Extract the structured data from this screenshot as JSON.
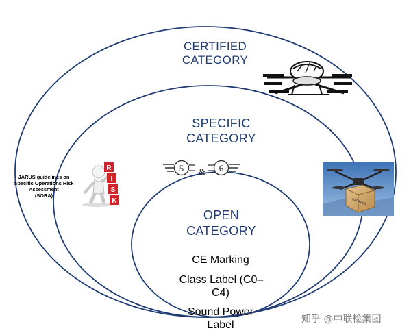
{
  "categories": {
    "certified": {
      "line1": "CERTIFIED",
      "line2": "CATEGORY"
    },
    "specific": {
      "line1": "SPECIFIC",
      "line2": "CATEGORY"
    },
    "open": {
      "line1": "OPEN",
      "line2": "CATEGORY"
    }
  },
  "open_requirements": {
    "ce_marking": "CE Marking",
    "class_label_1": "Class Label (C0–",
    "class_label_2": "C4)",
    "sound_power_1": "Sound Power",
    "sound_power_2": "Label"
  },
  "jarus": {
    "line1": "JARUS guidelines on",
    "line2": "Specific Operations Risk",
    "line3": "Assessment",
    "line4": "(SORA)"
  },
  "risk_blocks": [
    "R",
    "I",
    "S",
    "K"
  ],
  "badges": {
    "left": "5",
    "amp": "&",
    "right": "6"
  },
  "parcel_box_text": "EXPRESS",
  "watermark": "知乎 @中联检集团",
  "colors": {
    "ellipse": "#1f3b73",
    "title": "#1f3b73",
    "risk_red": "#d2232a",
    "sky": "#5b8fc7"
  }
}
